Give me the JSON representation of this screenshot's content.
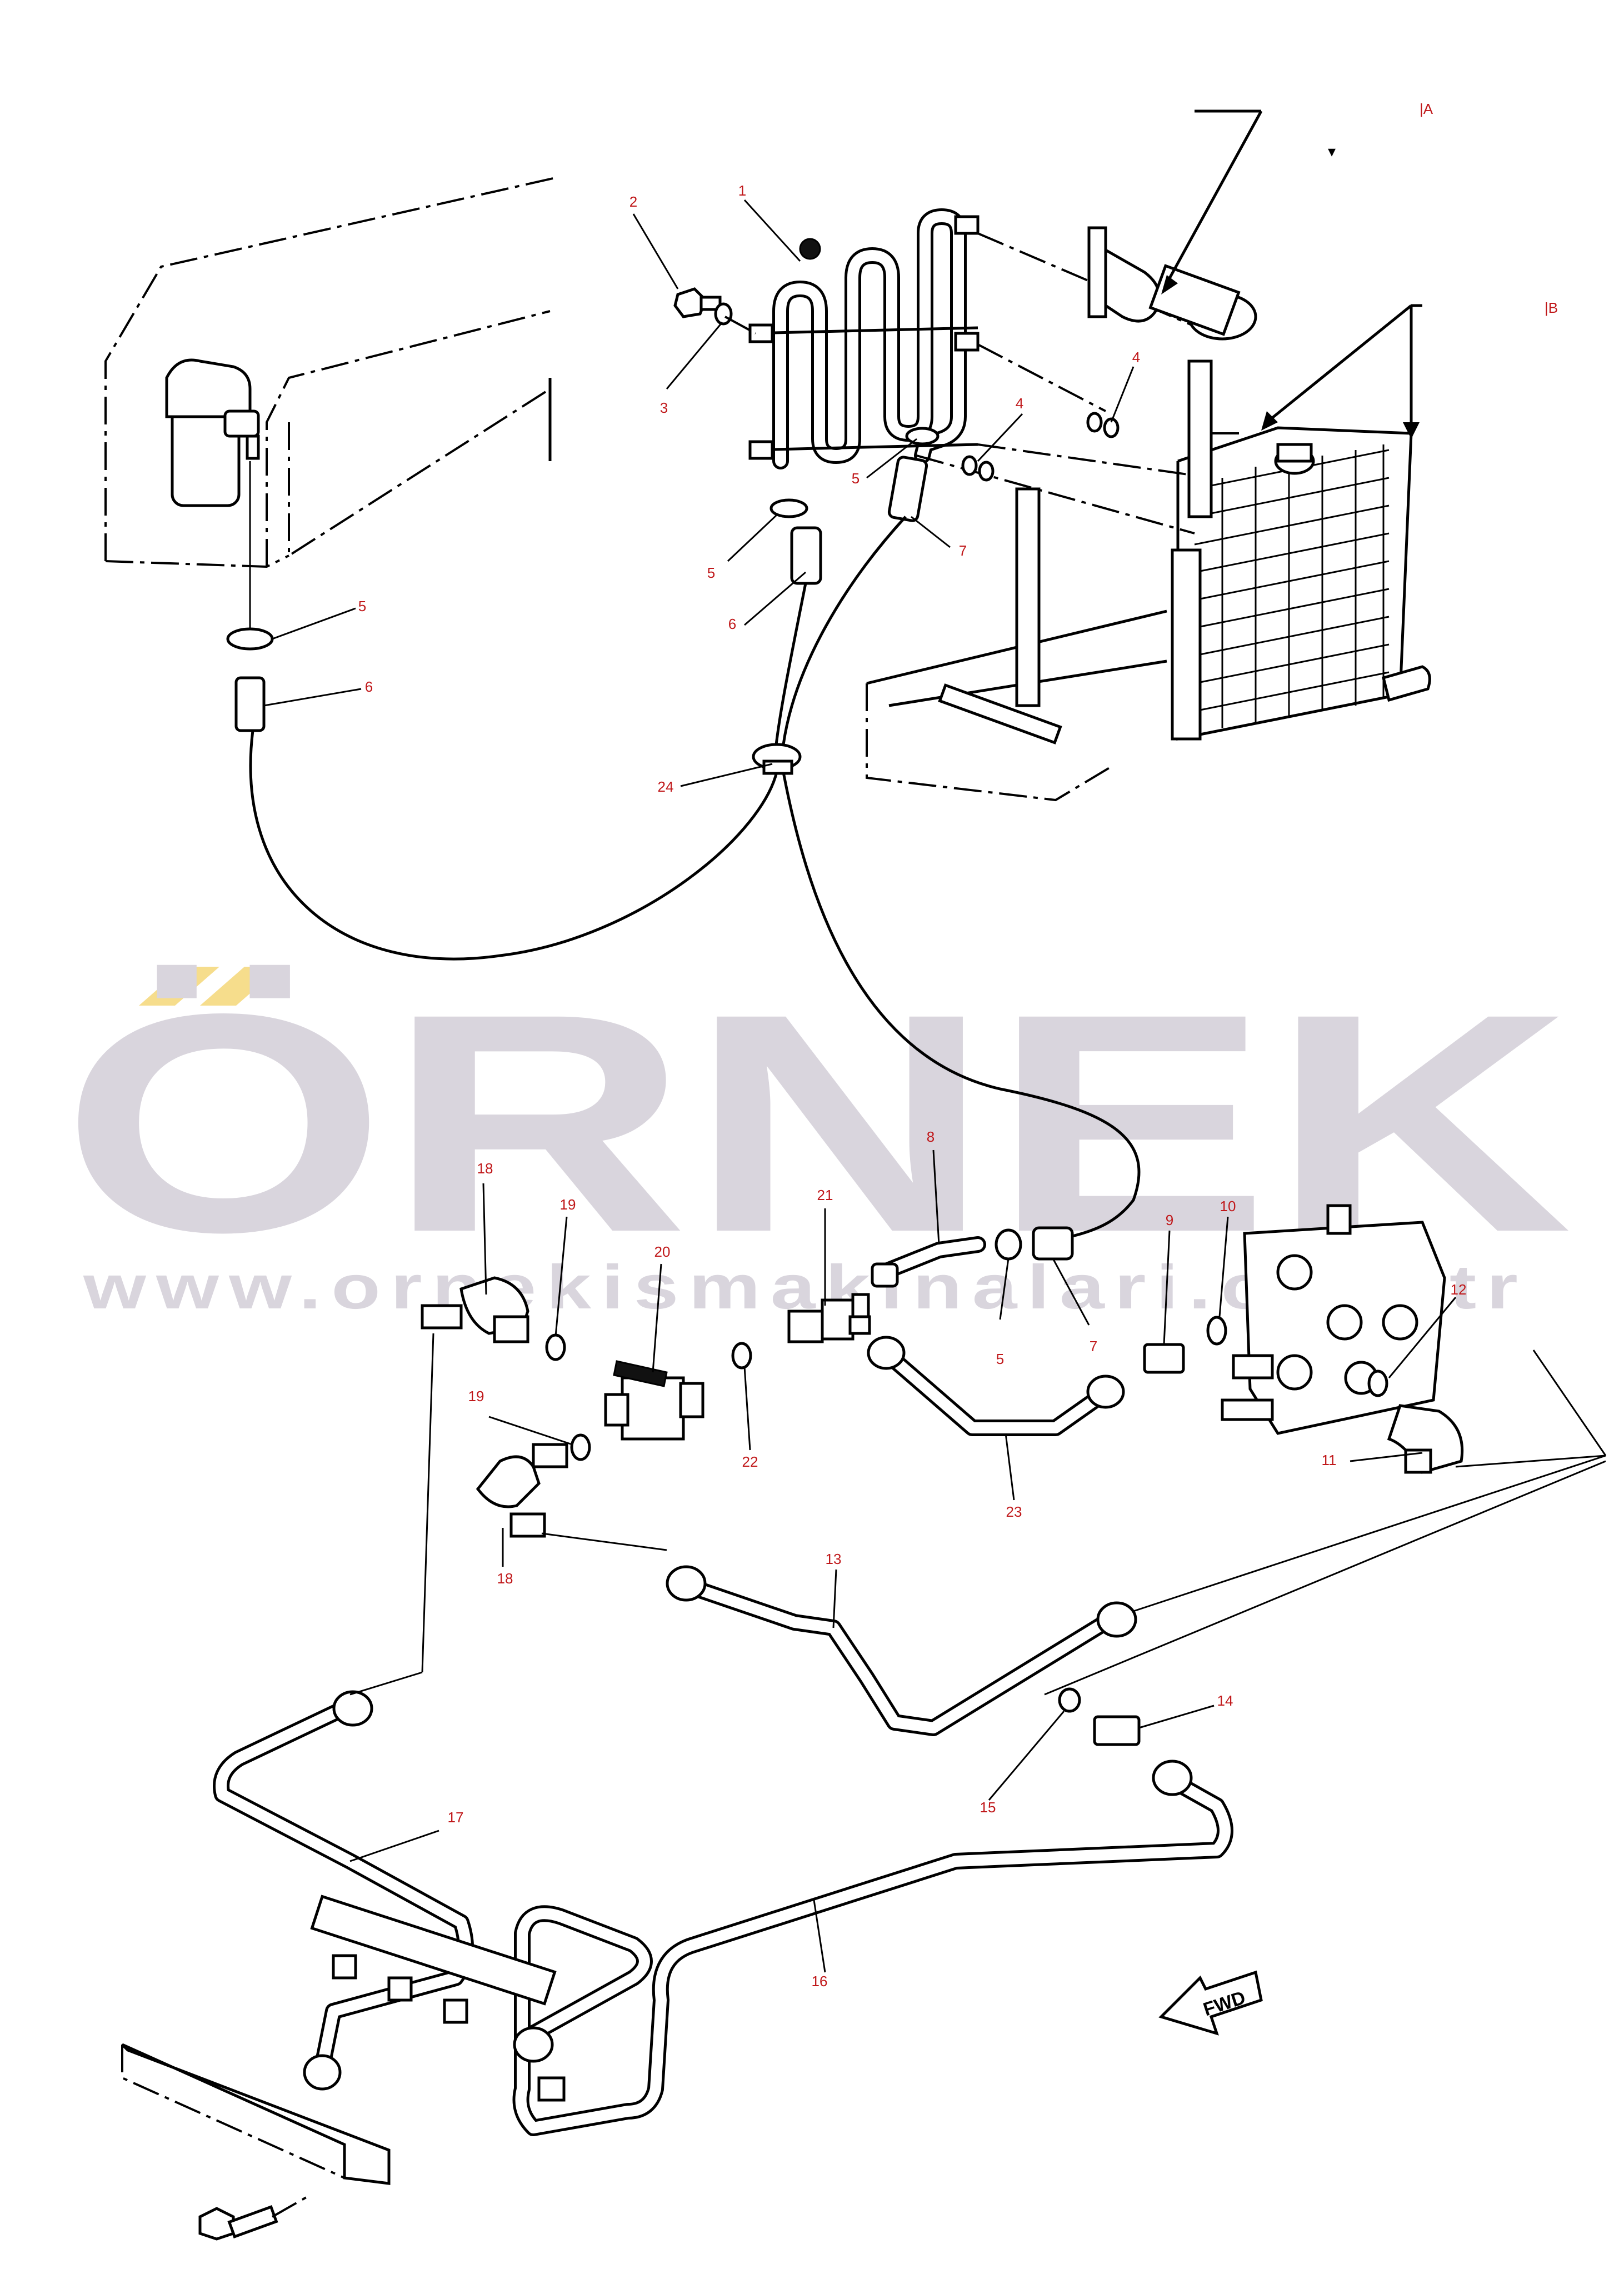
{
  "ref_markers": {
    "a": "|A",
    "b": "|B"
  },
  "callouts": [
    {
      "id": "c1",
      "text": "1"
    },
    {
      "id": "c2",
      "text": "2"
    },
    {
      "id": "c3",
      "text": "3"
    },
    {
      "id": "c4a",
      "text": "4"
    },
    {
      "id": "c4b",
      "text": "4"
    },
    {
      "id": "c5a",
      "text": "5"
    },
    {
      "id": "c5b",
      "text": "5"
    },
    {
      "id": "c5c",
      "text": "5"
    },
    {
      "id": "c5d",
      "text": "5"
    },
    {
      "id": "c6a",
      "text": "6"
    },
    {
      "id": "c6b",
      "text": "6"
    },
    {
      "id": "c7a",
      "text": "7"
    },
    {
      "id": "c7b",
      "text": "7"
    },
    {
      "id": "c24",
      "text": "24"
    },
    {
      "id": "c8",
      "text": "8"
    },
    {
      "id": "c9",
      "text": "9"
    },
    {
      "id": "c10",
      "text": "10"
    },
    {
      "id": "c11",
      "text": "11"
    },
    {
      "id": "c12",
      "text": "12"
    },
    {
      "id": "c13",
      "text": "13"
    },
    {
      "id": "c14",
      "text": "14"
    },
    {
      "id": "c15",
      "text": "15"
    },
    {
      "id": "c16",
      "text": "16"
    },
    {
      "id": "c17",
      "text": "17"
    },
    {
      "id": "c18a",
      "text": "18"
    },
    {
      "id": "c18b",
      "text": "18"
    },
    {
      "id": "c19a",
      "text": "19"
    },
    {
      "id": "c19b",
      "text": "19"
    },
    {
      "id": "c20",
      "text": "20"
    },
    {
      "id": "c21",
      "text": "21"
    },
    {
      "id": "c22",
      "text": "22"
    },
    {
      "id": "c23",
      "text": "23"
    }
  ],
  "fwd_label": "FWD",
  "watermark": {
    "brand": "ÖRNEK",
    "url": "www.ornekismakinalari.com.tr"
  },
  "colors": {
    "callout": "#c0181a",
    "watermark": "#d9d5dd",
    "watermark_accent": "#f6dd8c",
    "line": "#000000"
  }
}
